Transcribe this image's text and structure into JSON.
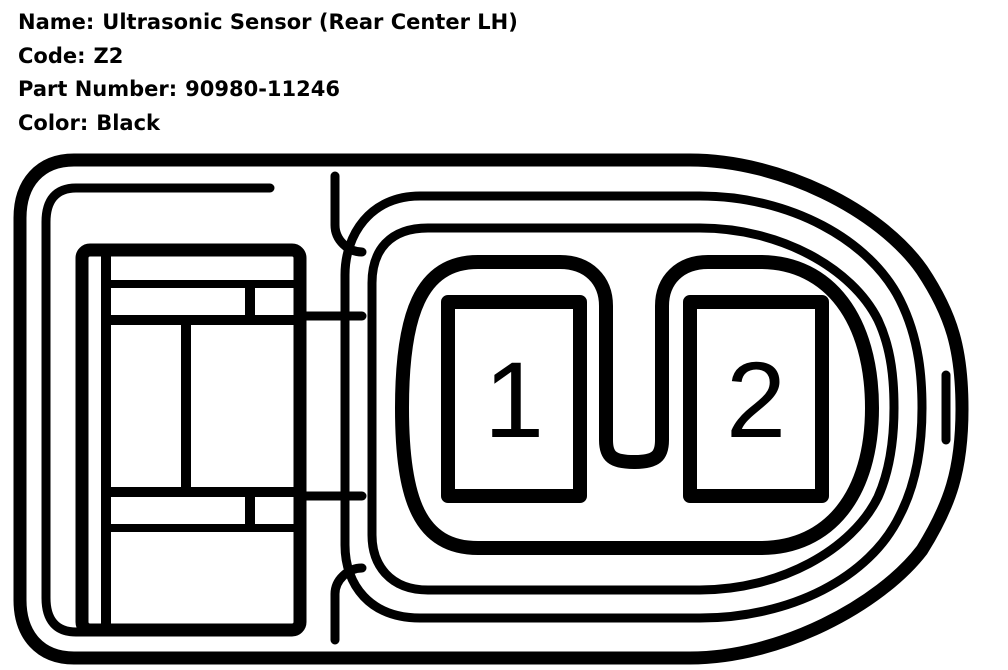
{
  "info": {
    "name_label": "Name:",
    "name_value": "Ultrasonic Sensor (Rear Center LH)",
    "code_label": "Code:",
    "code_value": "Z2",
    "part_label": "Part Number:",
    "part_value": "90980-11246",
    "color_label": "Color:",
    "color_value": "Black"
  },
  "connector": {
    "pins": [
      "1",
      "2"
    ],
    "line_color": "#000000",
    "background": "#ffffff"
  }
}
